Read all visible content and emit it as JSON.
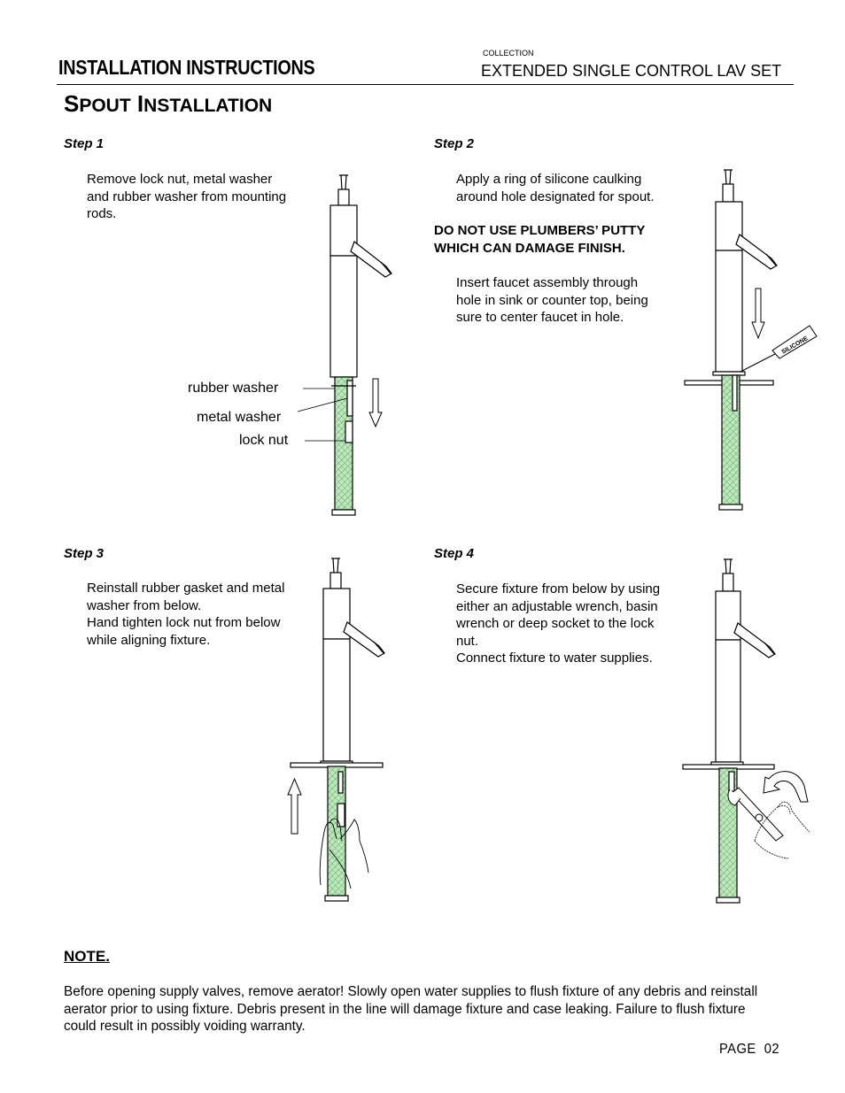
{
  "header": {
    "title": "INSTALLATION INSTRUCTIONS",
    "collection_label": "COLLECTION",
    "product_name": "EXTENDED SINGLE CONTROL LAV SET"
  },
  "section": {
    "title_first_initial": "S",
    "title_first_rest": "POUT",
    "title_second_initial": "I",
    "title_second_rest": "NSTALLATION"
  },
  "steps": [
    {
      "label": "Step 1",
      "lines": [
        "Remove lock nut, metal washer",
        "and rubber washer from mounting",
        "rods."
      ],
      "callouts": [
        "rubber washer",
        "metal washer",
        "lock nut"
      ]
    },
    {
      "label": "Step 2",
      "lines_a": [
        "Apply a ring of silicone caulking",
        "around hole designated for spout."
      ],
      "warning": [
        "DO NOT USE PLUMBERS’ PUTTY",
        "WHICH CAN DAMAGE FINISH."
      ],
      "lines_b": [
        "Insert faucet assembly through",
        "hole in sink or counter top, being",
        "sure to center faucet in hole."
      ],
      "tube_label": "SILICONE"
    },
    {
      "label": "Step 3",
      "lines": [
        "Reinstall rubber gasket and metal",
        "washer from below.",
        "Hand tighten lock nut from below",
        "while aligning fixture."
      ]
    },
    {
      "label": "Step 4",
      "lines": [
        "Secure fixture from below by using",
        "either an adjustable wrench, basin",
        "wrench or deep socket to the lock",
        "nut.",
        "Connect fixture to water supplies."
      ]
    }
  ],
  "note": {
    "heading": "NOTE.",
    "body": "Before opening supply valves, remove aerator! Slowly open water supplies to flush fixture of any debris and reinstall aerator prior to using fixture. Debris present in the line will damage fixture and case leaking. Failure to flush fixture could result in possibly voiding warranty."
  },
  "footer": {
    "page": "PAGE  02"
  },
  "colors": {
    "supply_line": "#bfe6bf",
    "supply_hatch": "#3a9a3a",
    "ink": "#000000"
  }
}
